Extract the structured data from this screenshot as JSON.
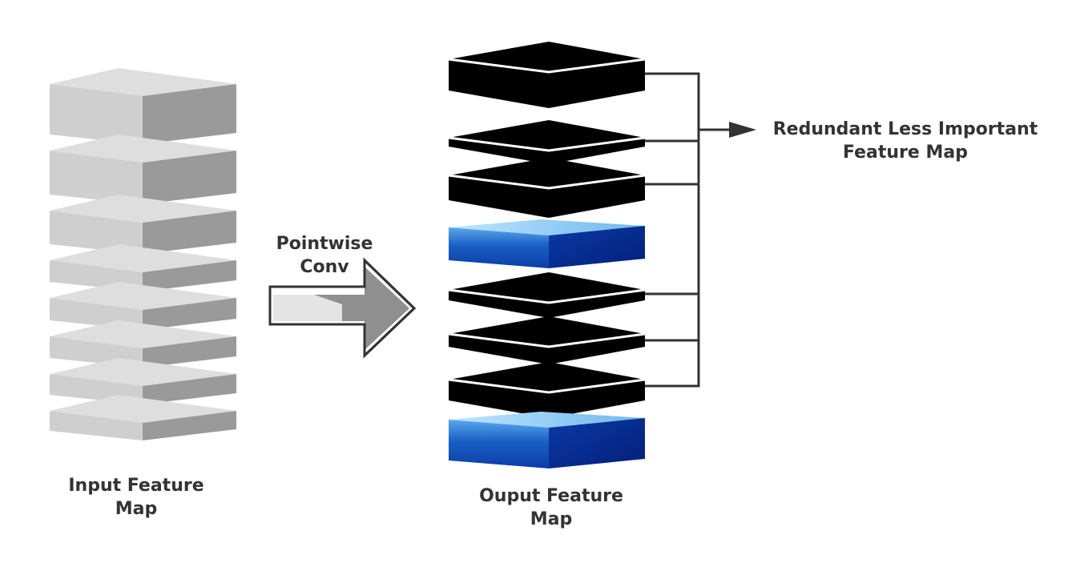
{
  "input_map": {
    "label_line1": "Input Feature",
    "label_line2": "Map",
    "layer_count": 8
  },
  "operation": {
    "label_line1": "Pointwise",
    "label_line2": "Conv"
  },
  "output_map": {
    "label_line1": "Ouput Feature",
    "label_line2": "Map",
    "layers": [
      "black",
      "black",
      "black",
      "blue",
      "black",
      "black",
      "black",
      "blue"
    ]
  },
  "redundant": {
    "label_line1": "Redundant Less Important",
    "label_line2": "Feature Map"
  },
  "colors": {
    "gray_top": "#dedede",
    "gray_front": "#cfcfcf",
    "gray_side": "#9a9a9a",
    "black_layer": "#000000",
    "blue_top": "#7ec4f2",
    "blue_front": "#1a5fc4",
    "blue_side": "#062a8c",
    "text": "#333333",
    "connector": "#333333"
  }
}
